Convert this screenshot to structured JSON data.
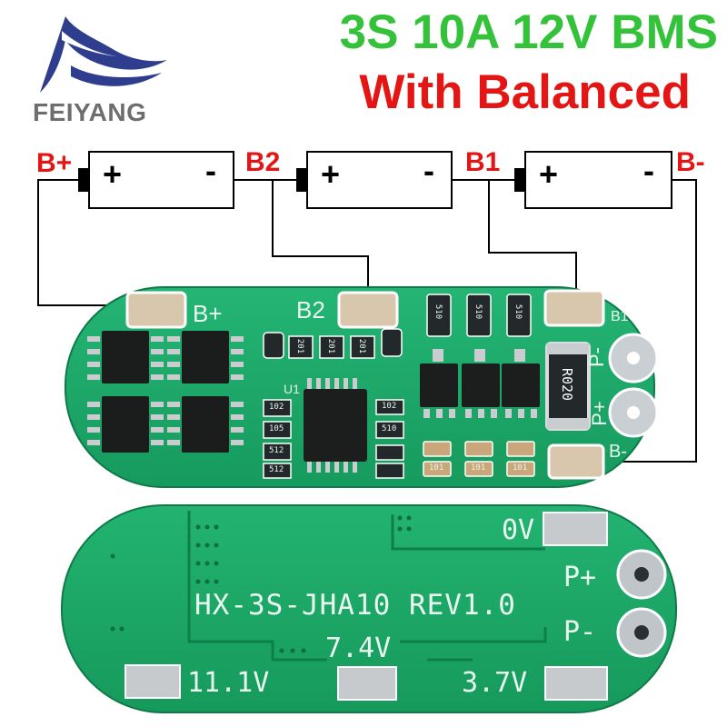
{
  "brand": {
    "name": "FEIYANG"
  },
  "title": {
    "line1": "3S 10A 12V BMS",
    "line2": "With Balanced"
  },
  "wiring": {
    "bplus": "B+",
    "b2": "B2",
    "b1": "B1",
    "bminus": "B-",
    "plus": "+",
    "minus": "-"
  },
  "board_top": {
    "pad_bplus": "B+",
    "pad_b2": "B2",
    "pad_b1": "B1",
    "pad_bminus": "B-",
    "out_pminus": "P-",
    "out_pplus": "P+",
    "ic": "U1",
    "shunt": "R020",
    "resistors": [
      "510",
      "510",
      "510",
      "201",
      "201",
      "201",
      "102",
      "102",
      "105",
      "512",
      "512",
      "510"
    ],
    "caps": [
      "101",
      "101",
      "101"
    ]
  },
  "board_bottom": {
    "model": "HX-3S-JHA10 REV1.0",
    "zero_v": "0V",
    "pplus": "P+",
    "pminus": "P-",
    "v74": "7.4V",
    "v111": "11.1V",
    "v37": "3.7V"
  },
  "colors": {
    "green": "#34c23a",
    "red": "#e31515",
    "pcb": "#1fa86a",
    "brand_blue": "#2f3d8f",
    "brand_gray": "#6e6e6e"
  }
}
